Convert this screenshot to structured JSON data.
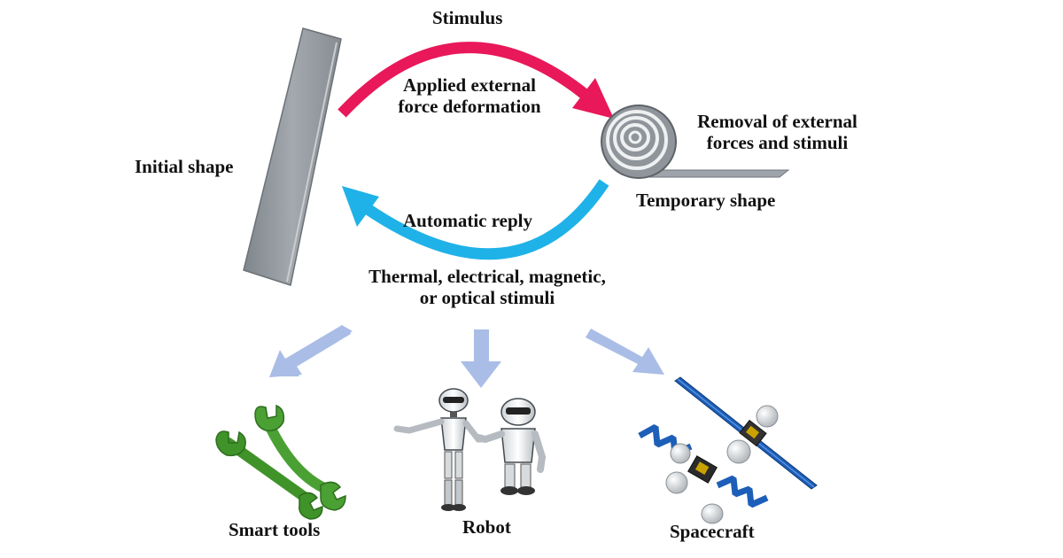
{
  "diagram": {
    "stimulus": "Stimulus",
    "applied_force_line1": "Applied external",
    "applied_force_line2": "force deformation",
    "initial_shape": "Initial shape",
    "removal_line1": "Removal of external",
    "removal_line2": "forces and stimuli",
    "temporary_shape": "Temporary shape",
    "automatic_reply": "Automatic reply",
    "stimuli_line1": "Thermal, electrical, magnetic,",
    "stimuli_line2": "or optical stimuli"
  },
  "applications": {
    "smart_tools": "Smart tools",
    "robot": "Robot",
    "spacecraft": "Spacecraft"
  },
  "colors": {
    "forward_arrow": "#e8185a",
    "return_arrow": "#1fb2e8",
    "app_arrows": "#a9bde6",
    "wrench": "#4aa033",
    "panel": "#8e9499",
    "solar_panel": "#1d5fb8"
  }
}
